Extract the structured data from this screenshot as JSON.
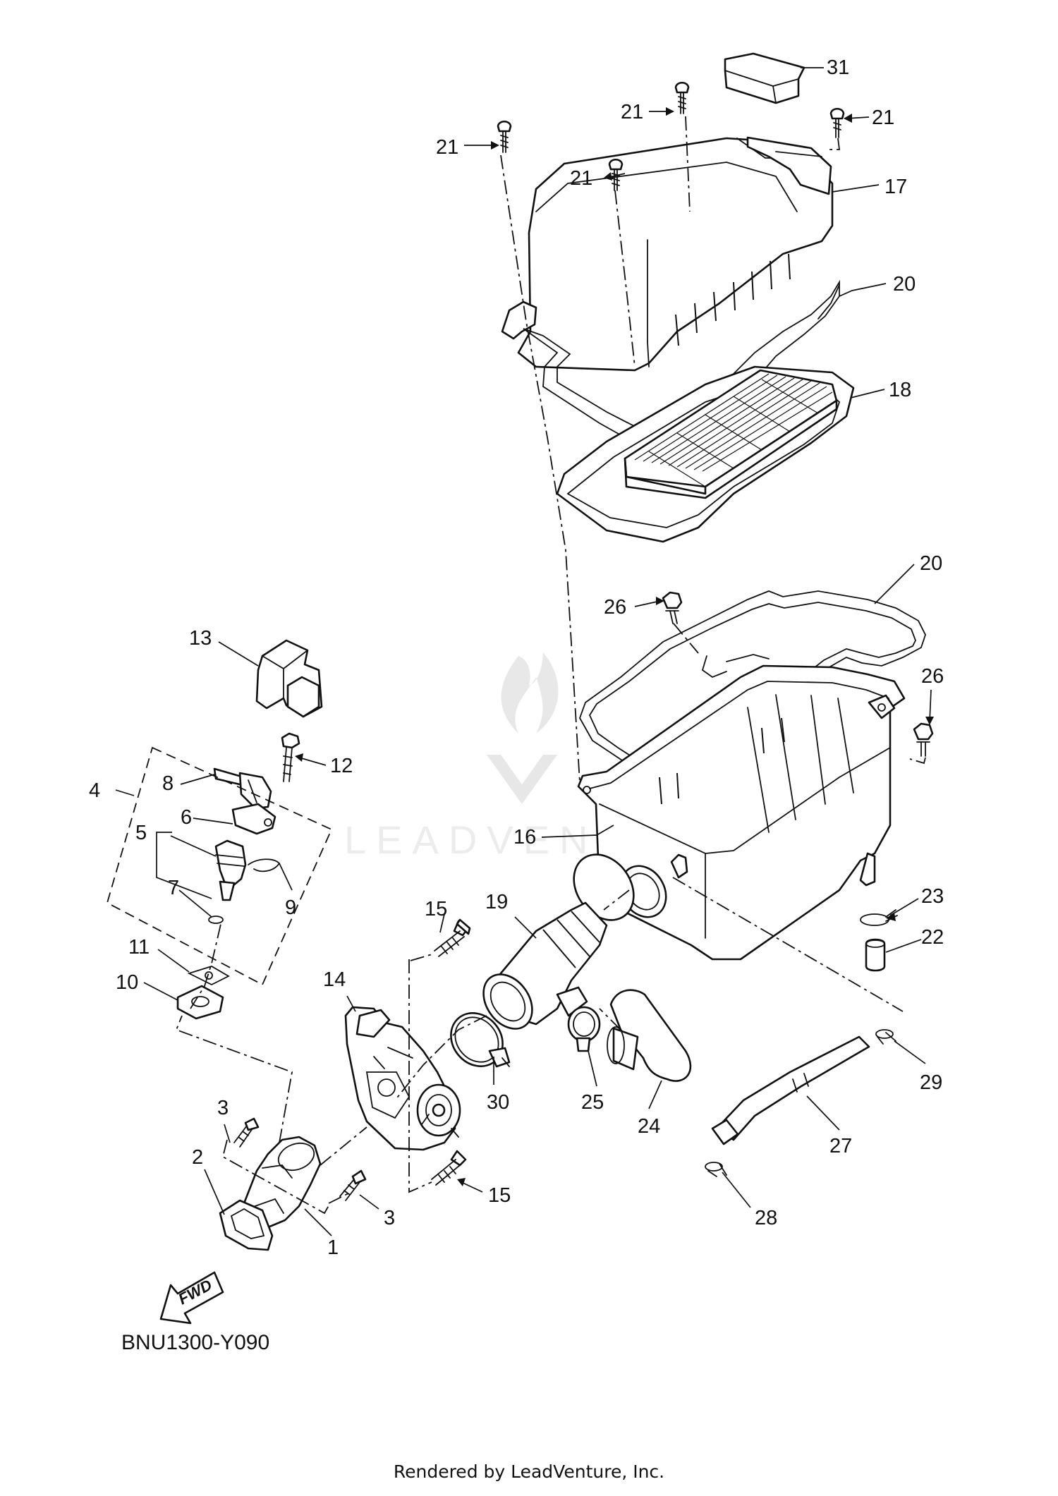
{
  "watermark": {
    "text": "LEADVENTURE",
    "logo": "leadventure-flame-logo"
  },
  "diagram": {
    "code": "BNU1300-Y090",
    "credit": "Rendered by LeadVenture, Inc.",
    "fwd_label": "FWD",
    "callouts": [
      {
        "id": "c31",
        "text": "31"
      },
      {
        "id": "c21a",
        "text": "21"
      },
      {
        "id": "c21b",
        "text": "21"
      },
      {
        "id": "c21c",
        "text": "21"
      },
      {
        "id": "c21d",
        "text": "21"
      },
      {
        "id": "c17",
        "text": "17"
      },
      {
        "id": "c20a",
        "text": "20"
      },
      {
        "id": "c18",
        "text": "18"
      },
      {
        "id": "c20b",
        "text": "20"
      },
      {
        "id": "c26a",
        "text": "26"
      },
      {
        "id": "c26b",
        "text": "26"
      },
      {
        "id": "c13",
        "text": "13"
      },
      {
        "id": "c12",
        "text": "12"
      },
      {
        "id": "c4",
        "text": "4"
      },
      {
        "id": "c8",
        "text": "8"
      },
      {
        "id": "c6",
        "text": "6"
      },
      {
        "id": "c5",
        "text": "5"
      },
      {
        "id": "c7",
        "text": "7"
      },
      {
        "id": "c9",
        "text": "9"
      },
      {
        "id": "c16",
        "text": "16"
      },
      {
        "id": "c15a",
        "text": "15"
      },
      {
        "id": "c19",
        "text": "19"
      },
      {
        "id": "c23",
        "text": "23"
      },
      {
        "id": "c22",
        "text": "22"
      },
      {
        "id": "c11",
        "text": "11"
      },
      {
        "id": "c10",
        "text": "10"
      },
      {
        "id": "c14",
        "text": "14"
      },
      {
        "id": "c30",
        "text": "30"
      },
      {
        "id": "c25",
        "text": "25"
      },
      {
        "id": "c24",
        "text": "24"
      },
      {
        "id": "c29",
        "text": "29"
      },
      {
        "id": "c3a",
        "text": "3"
      },
      {
        "id": "c27",
        "text": "27"
      },
      {
        "id": "c2",
        "text": "2"
      },
      {
        "id": "c15b",
        "text": "15"
      },
      {
        "id": "c3b",
        "text": "3"
      },
      {
        "id": "c28",
        "text": "28"
      },
      {
        "id": "c1",
        "text": "1"
      }
    ]
  }
}
